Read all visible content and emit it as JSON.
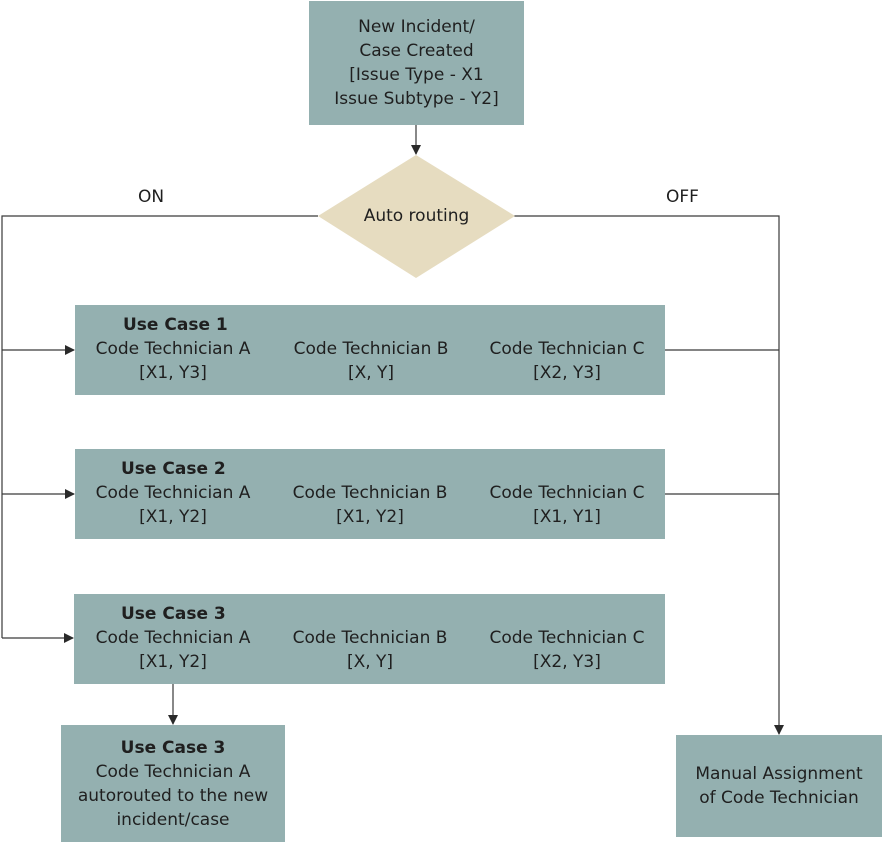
{
  "start": {
    "lines": [
      "New Incident/",
      "Case Created",
      "[Issue Type - X1",
      "Issue Subtype - Y2]"
    ]
  },
  "decision": {
    "label": "Auto routing",
    "on_label": "ON",
    "off_label": "OFF"
  },
  "use_cases": [
    {
      "title": "Use Case 1",
      "technicians": [
        {
          "name": "Code Technician A",
          "values": "[X1, Y3]"
        },
        {
          "name": "Code Technician B",
          "values": "[X, Y]"
        },
        {
          "name": "Code Technician C",
          "values": "[X2, Y3]"
        }
      ]
    },
    {
      "title": "Use Case 2",
      "technicians": [
        {
          "name": "Code Technician A",
          "values": "[X1, Y2]"
        },
        {
          "name": "Code Technician B",
          "values": "[X1, Y2]"
        },
        {
          "name": "Code Technician C",
          "values": "[X1, Y1]"
        }
      ]
    },
    {
      "title": "Use Case 3",
      "technicians": [
        {
          "name": "Code Technician A",
          "values": "[X1, Y2]"
        },
        {
          "name": "Code Technician B",
          "values": "[X, Y]"
        },
        {
          "name": "Code Technician C",
          "values": "[X2, Y3]"
        }
      ]
    }
  ],
  "result": {
    "title": "Use Case 3",
    "lines": [
      "Code Technician A",
      "autorouted to the new",
      "incident/case"
    ]
  },
  "manual": {
    "lines": [
      "Manual Assignment",
      "of Code Technician"
    ]
  },
  "colors": {
    "box": "#94b0b0",
    "diamond": "#e6dcc0",
    "line": "#3a3a3a"
  }
}
